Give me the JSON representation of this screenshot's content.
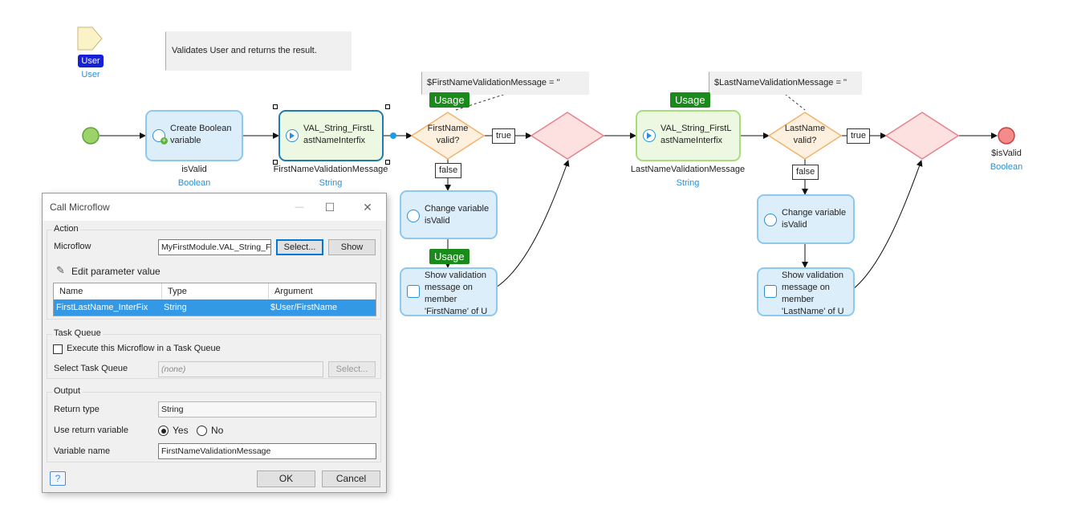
{
  "parameter": {
    "badge": "User",
    "name": "User"
  },
  "annotations": {
    "doc": "Validates User and returns the result.",
    "firstname_msg": "$FirstNameValidationMessage = ''",
    "lastname_msg": "$LastNameValidationMessage = ''"
  },
  "nodes": {
    "create_var": {
      "text": "Create Boolean variable",
      "var": "isValid",
      "type": "Boolean"
    },
    "call_first": {
      "text": "VAL_String_FirstLastNameInterfix",
      "var": "FirstNameValidationMessage",
      "type": "String"
    },
    "call_last": {
      "text": "VAL_String_FirstLastNameInterfix",
      "var": "LastNameValidationMessage",
      "type": "String"
    },
    "split_first": {
      "text": "FirstName valid?"
    },
    "split_last": {
      "text": "LastName valid?"
    },
    "change_first": {
      "text": "Change variable isValid"
    },
    "change_last": {
      "text": "Change variable isValid"
    },
    "show_first": {
      "text": "Show validation message on member 'FirstName' of U"
    },
    "show_last": {
      "text": "Show validation message on member 'LastName' of U"
    },
    "end": {
      "var": "$isValid",
      "type": "Boolean"
    }
  },
  "flow_labels": {
    "true": "true",
    "false": "false",
    "usage": "Usage"
  },
  "dialog": {
    "title": "Call Microflow",
    "action_group": "Action",
    "microflow_label": "Microflow",
    "microflow_value": "MyFirstModule.VAL_String_FirstLastNameInterfix",
    "select_button": "Select...",
    "show_button": "Show",
    "edit_param": "Edit parameter value",
    "table_headers": [
      "Name",
      "Type",
      "Argument"
    ],
    "table_rows": [
      [
        "FirstLastName_InterFix",
        "String",
        "$User/FirstName"
      ]
    ],
    "taskqueue_group": "Task Queue",
    "taskqueue_check": "Execute this Microflow in a Task Queue",
    "select_taskqueue_label": "Select Task Queue",
    "select_taskqueue_value": "(none)",
    "select_taskqueue_button": "Select...",
    "output_group": "Output",
    "return_type_label": "Return type",
    "return_type_value": "String",
    "use_return_label": "Use return variable",
    "yes": "Yes",
    "no": "No",
    "use_return_selected": "Yes",
    "var_name_label": "Variable name",
    "var_name_value": "FirstNameValidationMessage",
    "ok": "OK",
    "cancel": "Cancel",
    "help": "?",
    "min_glyph": "—",
    "max_glyph": "☐",
    "close_glyph": "✕"
  }
}
